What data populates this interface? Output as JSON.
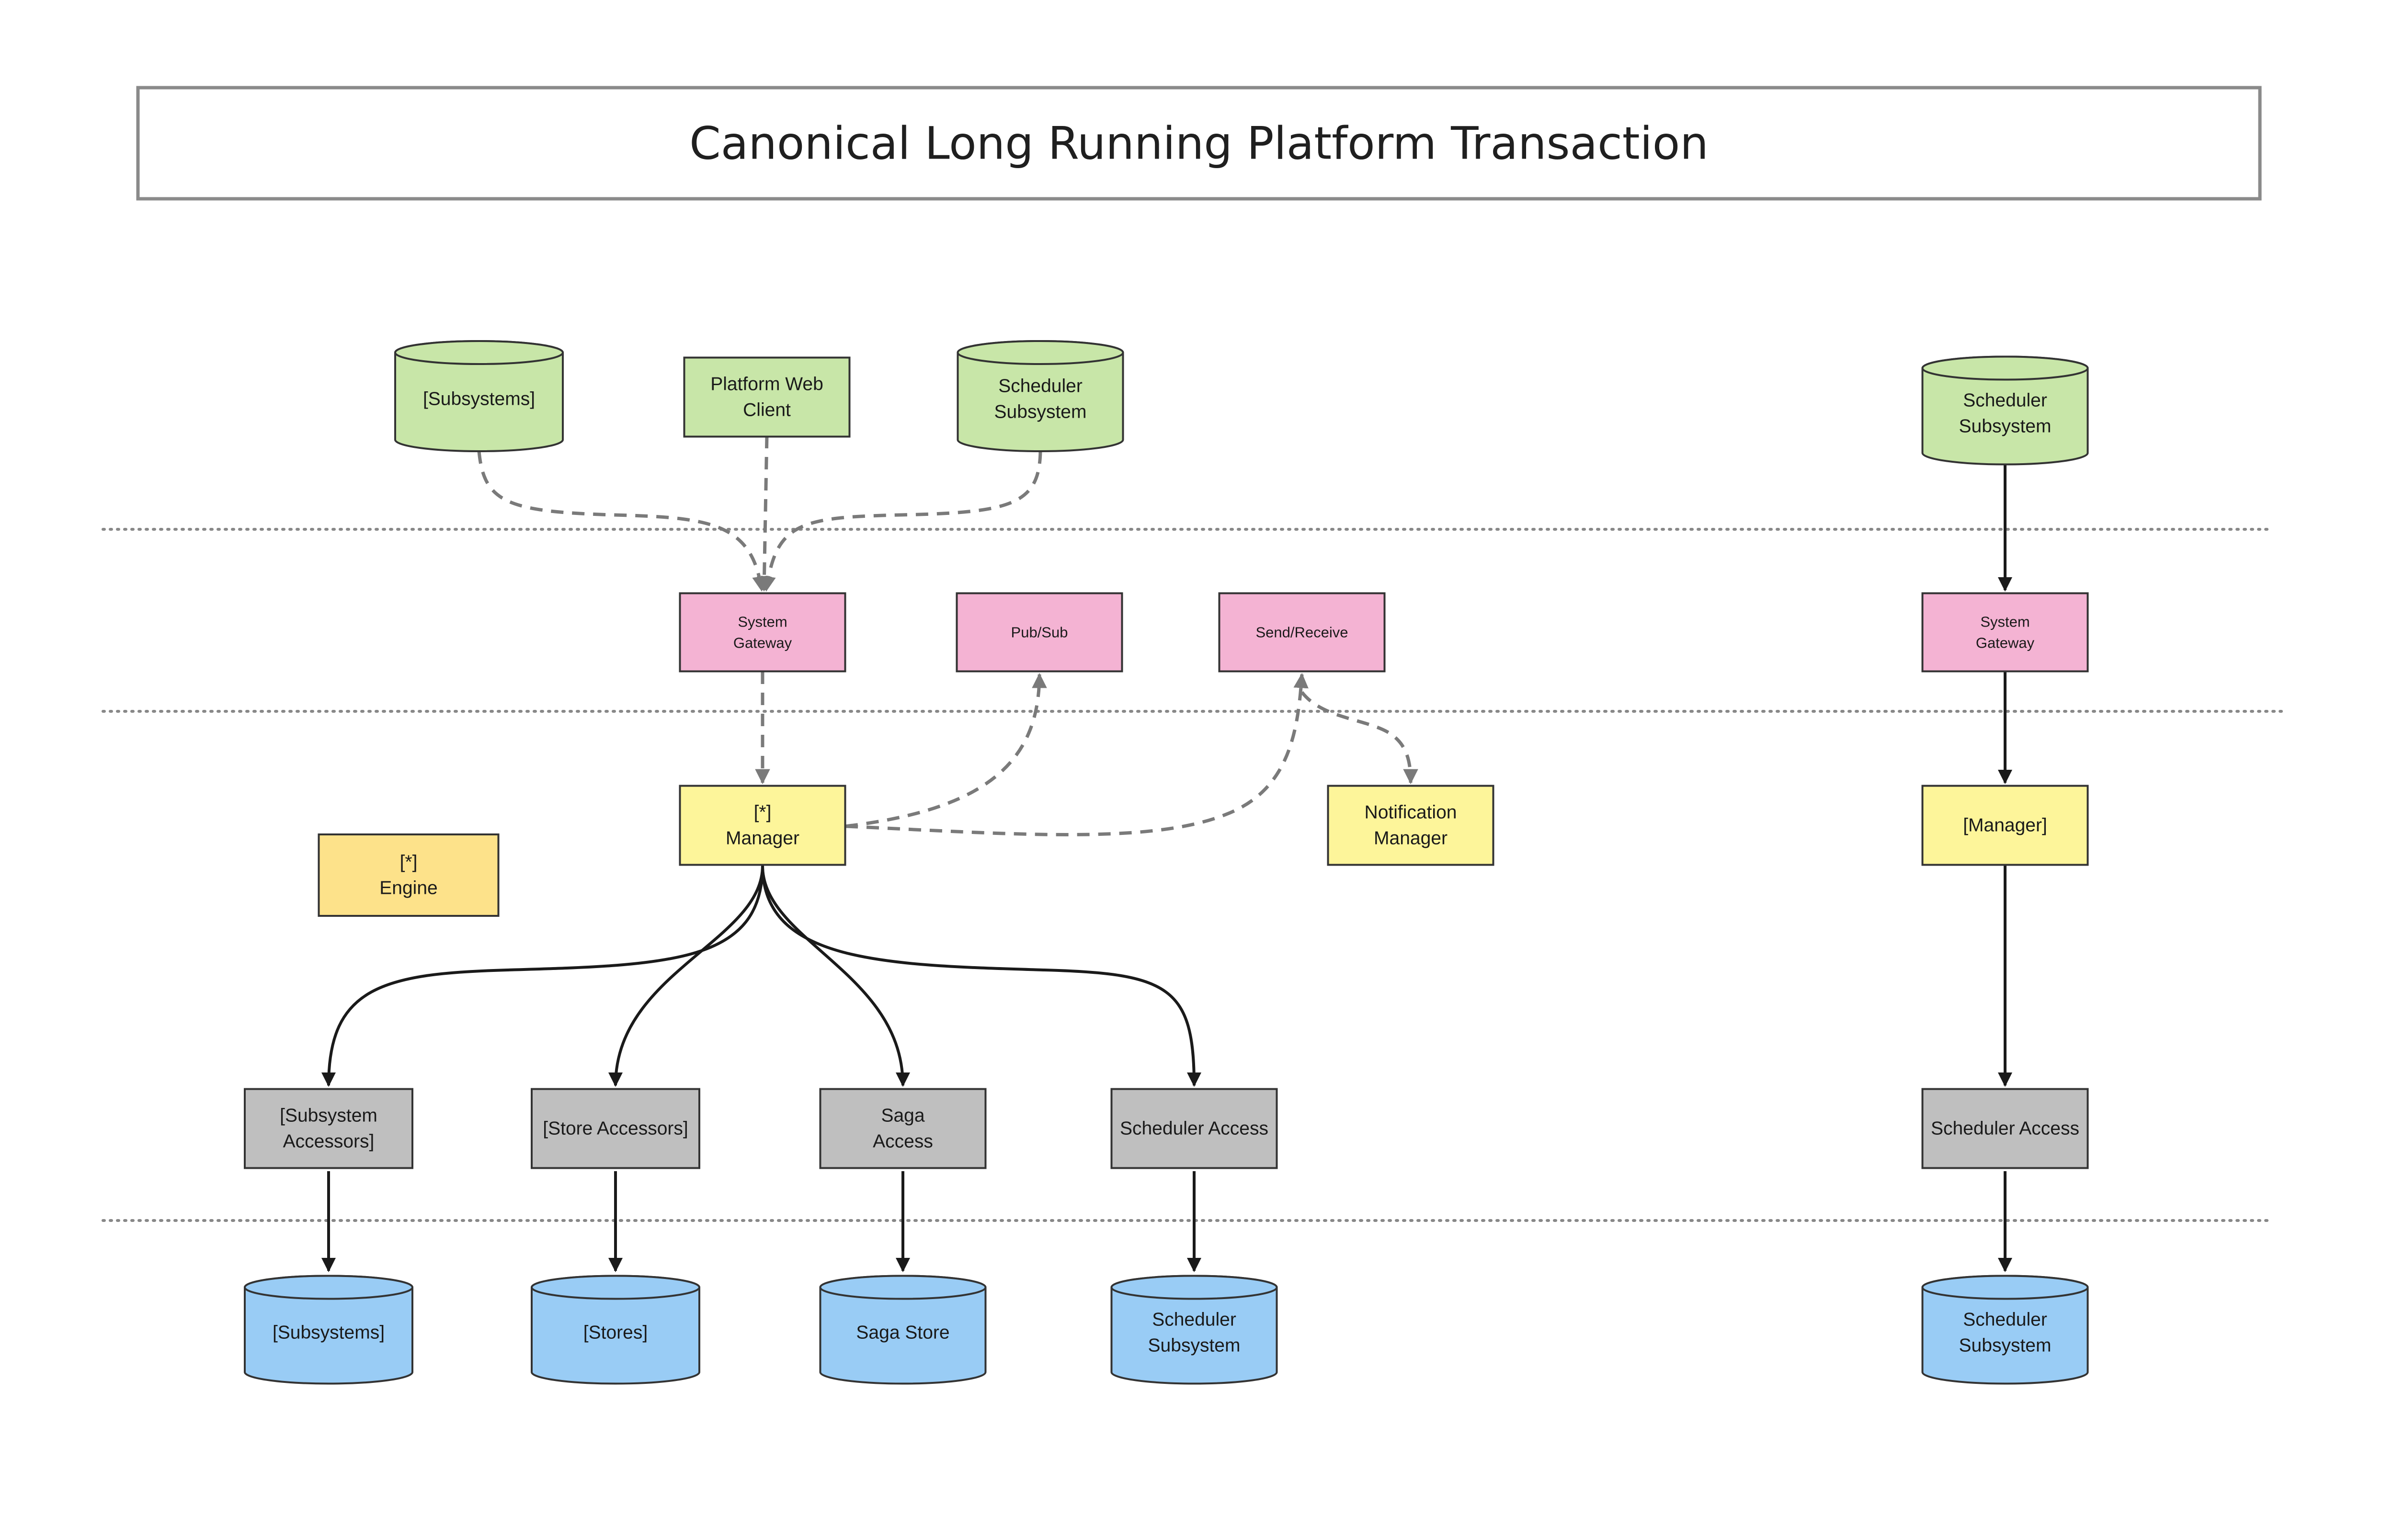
{
  "title": "Canonical Long Running Platform Transaction",
  "colors": {
    "client": "#c8e6a8",
    "gateway": "#f4b3d3",
    "manager": "#fdf59a",
    "engine": "#fde28a",
    "access": "#bfbfbf",
    "store": "#99ccf5"
  },
  "nodes": {
    "client_subsystems": {
      "lines": [
        "[Subsystems]"
      ]
    },
    "platform_web_client": {
      "lines": [
        "Platform Web",
        "Client"
      ]
    },
    "client_scheduler_subsystem": {
      "lines": [
        "Scheduler",
        "Subsystem"
      ]
    },
    "right_client_scheduler_subsystem": {
      "lines": [
        "Scheduler",
        "Subsystem"
      ]
    },
    "system_gateway": {
      "lines": [
        "System",
        "Gateway"
      ]
    },
    "pub_sub": {
      "lines": [
        "Pub/Sub"
      ]
    },
    "send_receive": {
      "lines": [
        "Send/Receive"
      ]
    },
    "right_system_gateway": {
      "lines": [
        "System",
        "Gateway"
      ]
    },
    "engine": {
      "lines": [
        "[*]",
        "Engine"
      ]
    },
    "manager": {
      "lines": [
        "[*]",
        "Manager"
      ]
    },
    "notification_manager": {
      "lines": [
        "Notification",
        "Manager"
      ]
    },
    "right_manager": {
      "lines": [
        "[Manager]"
      ]
    },
    "subsystem_accessors": {
      "lines": [
        "[Subsystem",
        "Accessors]"
      ]
    },
    "store_accessors": {
      "lines": [
        "[Store Accessors]"
      ]
    },
    "saga_access": {
      "lines": [
        "Saga",
        "Access"
      ]
    },
    "scheduler_access": {
      "lines": [
        "Scheduler Access"
      ]
    },
    "right_scheduler_access": {
      "lines": [
        "Scheduler Access"
      ]
    },
    "store_subsystems": {
      "lines": [
        "[Subsystems]"
      ]
    },
    "store_stores": {
      "lines": [
        "[Stores]"
      ]
    },
    "store_saga": {
      "lines": [
        "Saga Store"
      ]
    },
    "store_scheduler_subsystem": {
      "lines": [
        "Scheduler",
        "Subsystem"
      ]
    },
    "right_store_scheduler_subsystem": {
      "lines": [
        "Scheduler",
        "Subsystem"
      ]
    }
  }
}
